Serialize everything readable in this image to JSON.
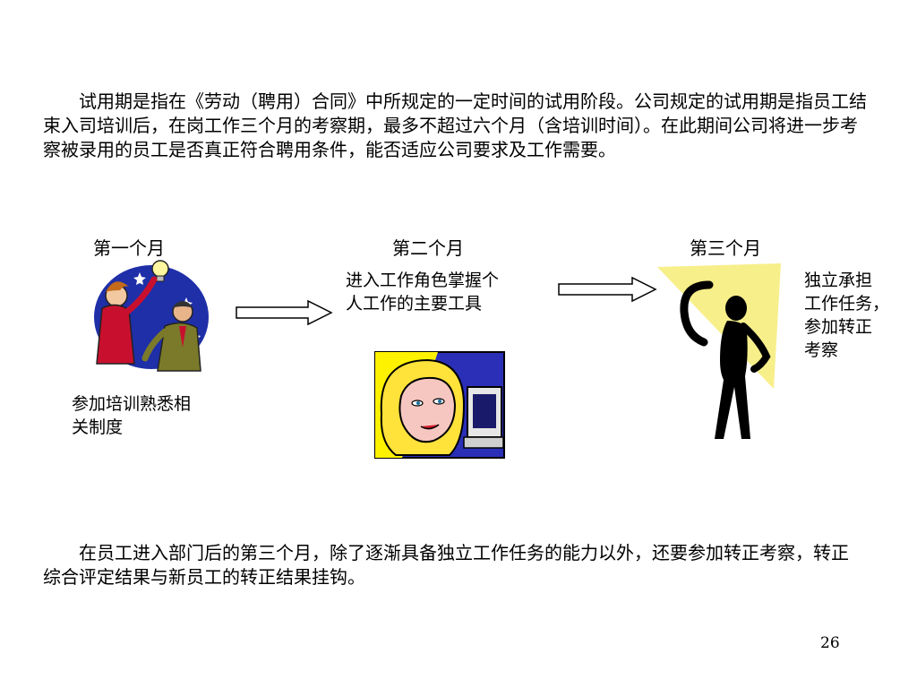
{
  "intro_text": "试用期是指在《劳动（聘用）合同》中所规定的一定时间的试用阶段。公司规定的试用期是指员工结束入司培训后，在岗工作三个月的考察期，最多不超过六个月（含培训时间）。在此期间公司将进一步考察被录用的员工是否真正符合聘用条件，能否适应公司要求及工作需要。",
  "stages": [
    {
      "month": "第一个月",
      "desc_lines": [
        "参加培训熟悉相",
        "关制度"
      ]
    },
    {
      "month": "第二个月",
      "desc_lines": [
        "进入工作角色掌握个",
        "人工作的主要工具"
      ]
    },
    {
      "month": "第三个月",
      "desc_lines": [
        "独立承担",
        "工作任务，",
        "参加转正",
        "考察"
      ]
    }
  ],
  "outro_text": "在员工进入部门后的第三个月，除了逐渐具备独立工作任务的能力以外，还要参加转正考察，转正综合评定结果与新员工的转正结果挂钩。",
  "page_number": "26",
  "colors": {
    "clip_blue": "#1f2fa8",
    "clip_yellow": "#fff200",
    "highlight": "#f7ef8a"
  }
}
